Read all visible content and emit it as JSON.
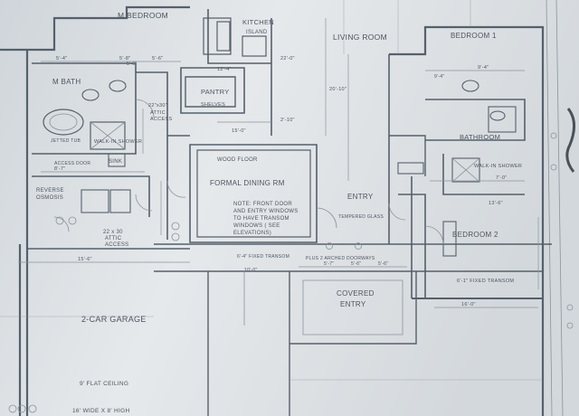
{
  "colors": {
    "paper": "#dfe3e6",
    "ink": "#4c5560",
    "line": "#55606c"
  },
  "rooms": {
    "master_bedroom": "M BEDROOM",
    "kitchen": "KITCHEN",
    "island": "ISLAND",
    "living_room": "LIVING ROOM",
    "bedroom_1": "BEDROOM 1",
    "master_bath": "M BATH",
    "pantry": "PANTRY",
    "shelves": "SHELVES",
    "bathroom": "BATHROOM",
    "walk_in_shower_master": "WALK-IN SHOWER",
    "walk_in_shower_bath": "WALK-IN SHOWER",
    "formal_dining": "FORMAL DINING RM",
    "wood_floor": "WOOD FLOOR",
    "entry": "ENTRY",
    "bedroom_2": "BEDROOM 2",
    "garage": "2-CAR GARAGE",
    "covered_entry_1": "COVERED",
    "covered_entry_2": "ENTRY",
    "reverse_osmosis_1": "REVERSE",
    "reverse_osmosis_2": "OSMOSIS",
    "sink": "SINK",
    "attic_access_1": "22\"x30\"",
    "attic_access_2": "ATTIC",
    "attic_access_3": "ACCESS",
    "attic_access_lower_1": "22 x 30",
    "attic_access_lower_2": "ATTIC",
    "attic_access_lower_3": "ACCESS"
  },
  "notes": {
    "dining_note_1": "NOTE: FRONT DOOR",
    "dining_note_2": "AND ENTRY WINDOWS",
    "dining_note_3": "TO HAVE TRANSOM",
    "dining_note_4": "WINDOWS ( SEE",
    "dining_note_5": "ELEVATIONS)",
    "transom_glass": "TEMPERED GLASS",
    "fixed_transom": "6'-1\" FIXED TRANSOM",
    "fixed_transom_2": "6'-4\" FIXED TRANSOM",
    "arched_doorways": "PLUS 2 ARCHED DOORWAYS",
    "flat_ceiling": "9' FLAT CEILING",
    "garage_door": "16' WIDE X 8' HIGH",
    "jetted_tub": "JETTED TUB",
    "access_door": "ACCESS DOOR"
  },
  "dimensions": {
    "d1": "5'-4\"",
    "d2": "5'-8\"",
    "d3": "5'-6\"",
    "d4": "22'-0\"",
    "d5": "12'-4\"",
    "d6": "9'-4\"",
    "d7": "2'-10\"",
    "d8": "15'-0\"",
    "d9": "15'-6\"",
    "d10": "8'-7\"",
    "d11": "5'-7\"",
    "d12": "5'-6\"",
    "d13": "5'-6\"",
    "d14": "16'-0\"",
    "d15": "7'-0\"",
    "d16": "13'-6\"",
    "d17": "20'-10\"",
    "d18": "5'-6\"",
    "d19": "9'-4\"",
    "d20": "10'-0\""
  }
}
